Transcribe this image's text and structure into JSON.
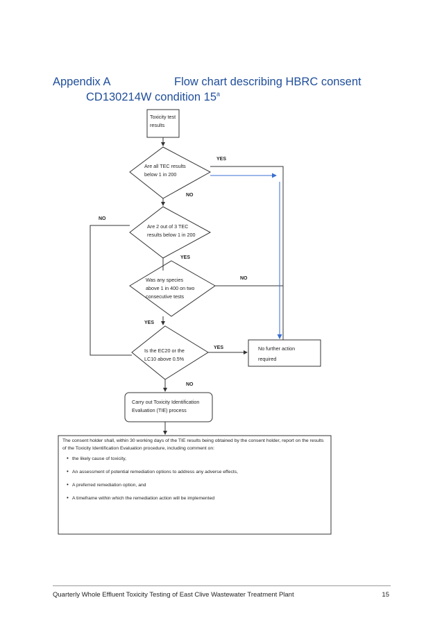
{
  "heading": {
    "appendix": "Appendix A",
    "title_part1": "Flow chart describing HBRC consent",
    "title_part2": "CD130214W condition 15",
    "superscript": "a"
  },
  "flowchart": {
    "start": [
      "Toxicity test",
      "results"
    ],
    "q1": [
      "Are all TEC results",
      "below 1 in 200"
    ],
    "q2": [
      "Are 2 out of 3 TEC",
      "results below 1 in 200"
    ],
    "q3": [
      "Was any species",
      "above 1 in 400 on two",
      "consecutive tests"
    ],
    "q4": [
      "Is the EC20 or the",
      "LC10 above 0.5%"
    ],
    "end": [
      "No further action",
      "required"
    ],
    "tie": [
      "Carry out Toxicity Identification",
      "Evaluation (TIE) process"
    ],
    "labels": {
      "q1_yes": "YES",
      "q1_no": "NO",
      "q2_no": "NO",
      "q2_yes": "YES",
      "q3_no": "NO",
      "q3_yes": "YES",
      "q4_yes": "YES",
      "q4_no": "NO"
    },
    "report": {
      "intro": "The consent holder shall, within 30 working days of the TIE results being obtained by the consent holder, report on the results of the Toxicity Identification Evaluation procedure, including comment on:",
      "items": [
        "the likely cause of toxicity,",
        "An assessment of potential remediation options to address any adverse effects,",
        "A preferred remediation option, and",
        "A timeframe within which the remediation action will be implemented"
      ]
    },
    "arrow_color": "#3a6fd0"
  },
  "footer": {
    "text": "Quarterly Whole Effluent Toxicity Testing of East Clive Wastewater Treatment Plant",
    "page": "15"
  }
}
